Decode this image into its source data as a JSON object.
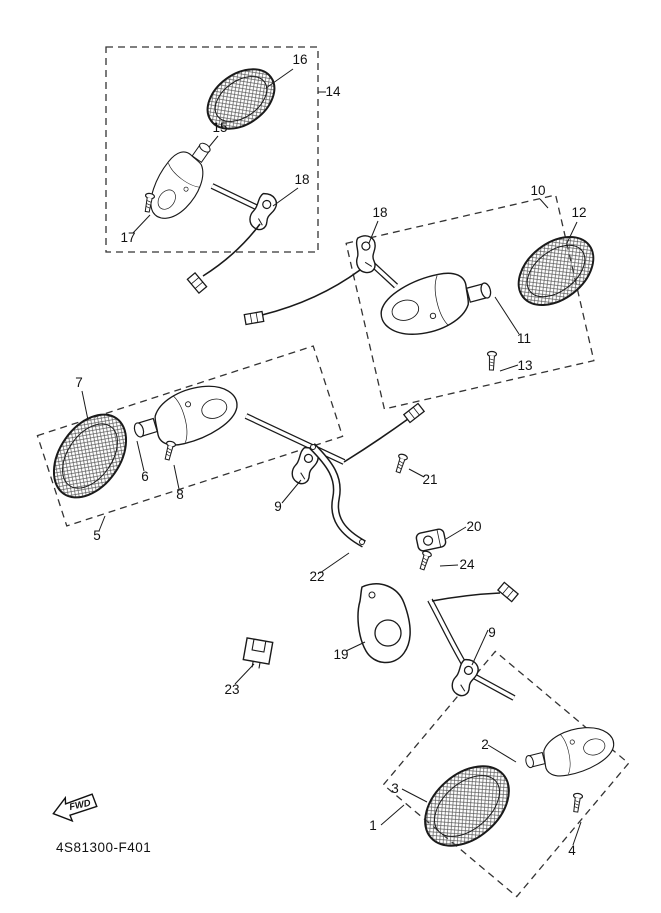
{
  "diagram": {
    "code": "4S81300-F401",
    "fwd_label": "FWD",
    "line_color": "#1a1a1a",
    "background_color": "#ffffff"
  },
  "callouts": [
    {
      "label": "16"
    },
    {
      "label": "14"
    },
    {
      "label": "15"
    },
    {
      "label": "18"
    },
    {
      "label": "17"
    },
    {
      "label": "10"
    },
    {
      "label": "12"
    },
    {
      "label": "18"
    },
    {
      "label": "11"
    },
    {
      "label": "13"
    },
    {
      "label": "7"
    },
    {
      "label": "5"
    },
    {
      "label": "6"
    },
    {
      "label": "8"
    },
    {
      "label": "9"
    },
    {
      "label": "21"
    },
    {
      "label": "20"
    },
    {
      "label": "22"
    },
    {
      "label": "24"
    },
    {
      "label": "19"
    },
    {
      "label": "23"
    },
    {
      "label": "9"
    },
    {
      "label": "2"
    },
    {
      "label": "3"
    },
    {
      "label": "1"
    },
    {
      "label": "4"
    }
  ]
}
